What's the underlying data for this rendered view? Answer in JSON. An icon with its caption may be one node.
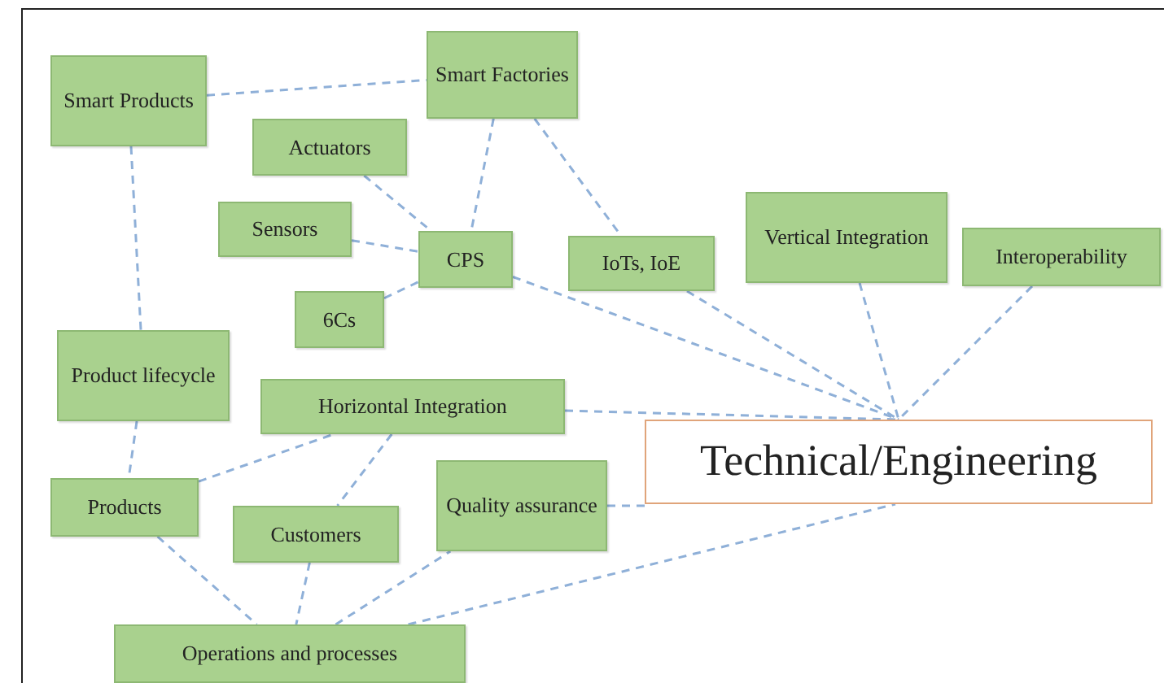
{
  "diagram": {
    "nodes": [
      {
        "text": [
          "Smart Products"
        ]
      },
      {
        "text": [
          "Smart Factories"
        ]
      },
      {
        "text": [
          "Actuators"
        ]
      },
      {
        "text": [
          "Sensors"
        ]
      },
      {
        "text": [
          "CPS"
        ]
      },
      {
        "text": [
          "6Cs"
        ]
      },
      {
        "text": [
          "IoTs, IoE"
        ]
      },
      {
        "text": [
          "Vertical Integration"
        ]
      },
      {
        "text": [
          "Interoperability"
        ]
      },
      {
        "text": [
          "Product lifecycle"
        ]
      },
      {
        "text": [
          "Horizontal Integration"
        ]
      },
      {
        "text": [
          "Technical/Engineering"
        ]
      },
      {
        "text": [
          "Products"
        ]
      },
      {
        "text": [
          "Customers"
        ]
      },
      {
        "text": [
          "Quality assurance"
        ]
      },
      {
        "text": [
          "Operations and processes"
        ]
      }
    ],
    "edges": [
      {
        "from": 0,
        "to": 1,
        "arrow": "none",
        "style": "dashed"
      },
      {
        "from": 0,
        "to": 9,
        "arrow": "none",
        "style": "dashed"
      },
      {
        "from": 1,
        "to": 4,
        "arrow": "none",
        "style": "dashed"
      },
      {
        "from": 1,
        "to": 6,
        "arrow": "none",
        "style": "dashed"
      },
      {
        "from": 2,
        "to": 4,
        "arrow": "none",
        "style": "dashed"
      },
      {
        "from": 3,
        "to": 4,
        "arrow": "none",
        "style": "dashed"
      },
      {
        "from": 5,
        "to": 4,
        "arrow": "none",
        "style": "dashed"
      },
      {
        "from": 4,
        "to": 11,
        "arrow": "none",
        "style": "dashed"
      },
      {
        "from": 6,
        "to": 11,
        "arrow": "none",
        "style": "dashed"
      },
      {
        "from": 7,
        "to": 11,
        "arrow": "none",
        "style": "dashed"
      },
      {
        "from": 8,
        "to": 11,
        "arrow": "none",
        "style": "dashed"
      },
      {
        "from": 10,
        "to": 11,
        "arrow": "none",
        "style": "dashed"
      },
      {
        "from": 9,
        "to": 12,
        "arrow": "none",
        "style": "dashed"
      },
      {
        "from": 12,
        "to": 10,
        "arrow": "none",
        "style": "dashed"
      },
      {
        "from": 10,
        "to": 13,
        "arrow": "none",
        "style": "dashed"
      },
      {
        "from": 12,
        "to": 15,
        "arrow": "none",
        "style": "dashed"
      },
      {
        "from": 13,
        "to": 15,
        "arrow": "none",
        "style": "dashed"
      },
      {
        "from": 14,
        "to": 11,
        "arrow": "none",
        "style": "dashed"
      },
      {
        "from": 15,
        "to": 14,
        "arrow": "none",
        "style": "dashed"
      },
      {
        "from": 15,
        "to": 11,
        "arrow": "none",
        "style": "dashed"
      }
    ]
  }
}
